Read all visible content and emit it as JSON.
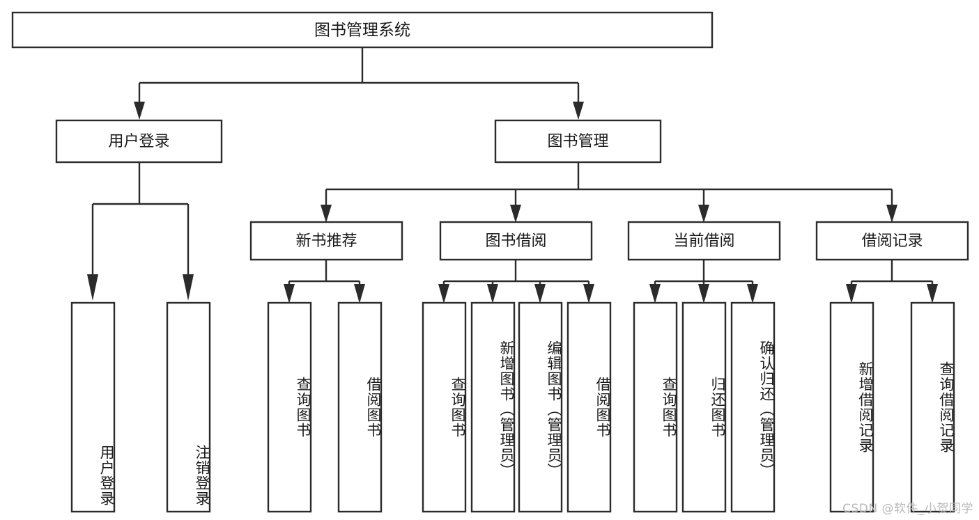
{
  "diagram": {
    "type": "tree-hierarchy-chart",
    "title": "图书管理系统",
    "background_color": "#ffffff",
    "line_color": "#2b2b2b",
    "box_fill": "#ffffff",
    "text_color": "#1a1a1a",
    "root": {
      "label": "图书管理系统",
      "orientation": "horizontal"
    },
    "level2": [
      {
        "label": "用户登录",
        "orientation": "horizontal"
      },
      {
        "label": "图书管理",
        "orientation": "horizontal"
      }
    ],
    "level3": [
      {
        "label": "新书推荐",
        "orientation": "horizontal"
      },
      {
        "label": "图书借阅",
        "orientation": "horizontal"
      },
      {
        "label": "当前借阅",
        "orientation": "horizontal"
      },
      {
        "label": "借阅记录",
        "orientation": "horizontal"
      }
    ],
    "leaves": {
      "user_login": [
        {
          "label": "用户登录",
          "orientation": "vertical",
          "align": "bottom"
        },
        {
          "label": "注销登录",
          "orientation": "vertical",
          "align": "bottom"
        }
      ],
      "new_book_recommend": [
        {
          "label": "查询图书",
          "orientation": "vertical",
          "align": "middle"
        },
        {
          "label": "借阅图书",
          "orientation": "vertical",
          "align": "middle"
        }
      ],
      "book_borrow": [
        {
          "label": "查询图书",
          "orientation": "vertical",
          "align": "middle"
        },
        {
          "label": "新增图书（管理员）",
          "orientation": "vertical",
          "align": "top"
        },
        {
          "label": "编辑图书（管理员）",
          "orientation": "vertical",
          "align": "top"
        },
        {
          "label": "借阅图书",
          "orientation": "vertical",
          "align": "middle"
        }
      ],
      "current_borrow": [
        {
          "label": "查询图书",
          "orientation": "vertical",
          "align": "middle"
        },
        {
          "label": "归还图书",
          "orientation": "vertical",
          "align": "middle"
        },
        {
          "label": "确认归还（管理员）",
          "orientation": "vertical",
          "align": "top"
        }
      ],
      "borrow_record": [
        {
          "label": "新增借阅记录",
          "orientation": "vertical",
          "align": "middle"
        },
        {
          "label": "查询借阅记录",
          "orientation": "vertical",
          "align": "middle"
        }
      ]
    }
  },
  "watermark": {
    "text": "CSDN @软件_小贺同学"
  }
}
